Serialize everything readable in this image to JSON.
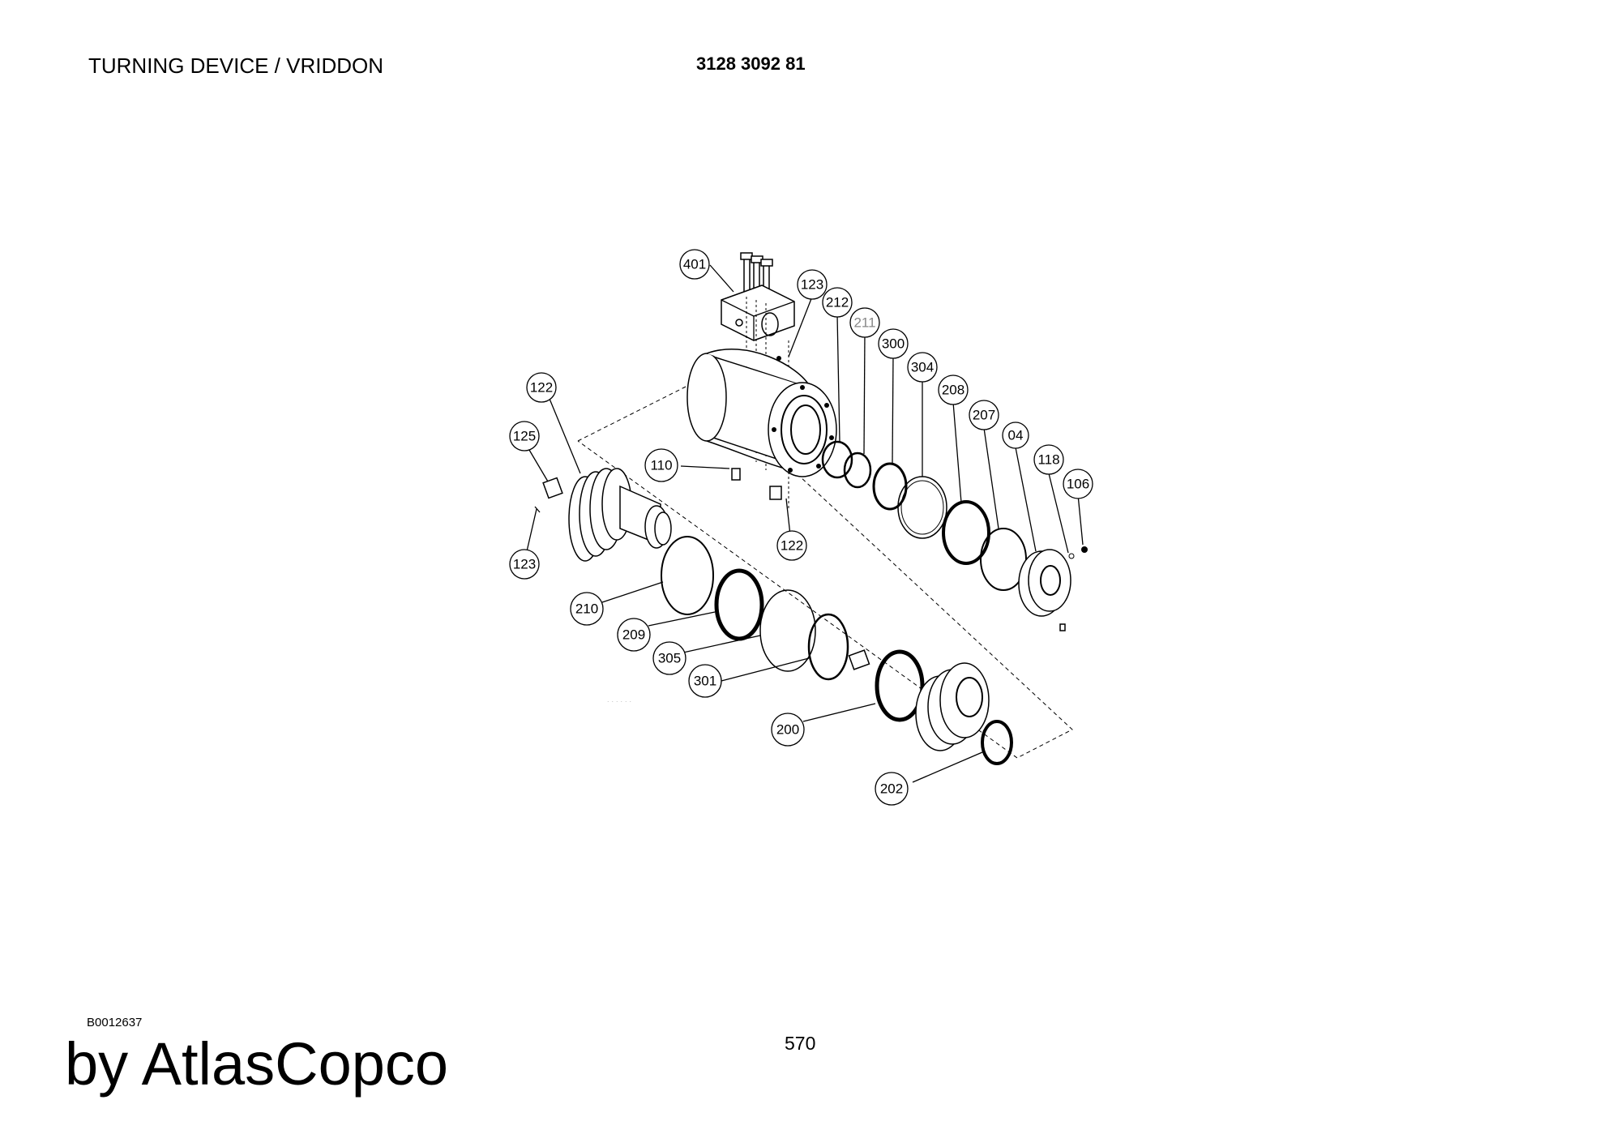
{
  "header": {
    "title": "TURNING DEVICE / VRIDDON",
    "part_number": "3128 3092 81"
  },
  "footer": {
    "doc_id": "B0012637",
    "page_number": "570",
    "brand": "by AtlasCopco"
  },
  "callouts": [
    "401",
    "123",
    "212",
    "211",
    "300",
    "304",
    "208",
    "207",
    "04",
    "118",
    "106",
    "122",
    "125",
    "110",
    "122",
    "123",
    "210",
    "209",
    "305",
    "301",
    "200",
    "202"
  ]
}
